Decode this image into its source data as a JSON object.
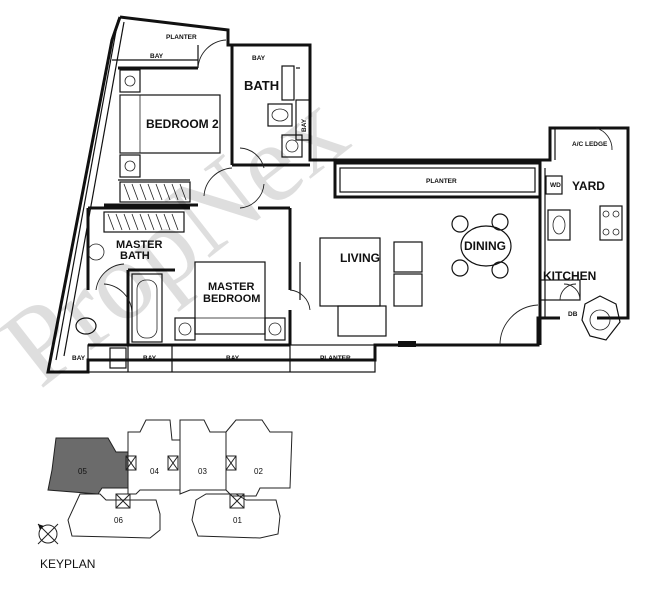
{
  "rooms": {
    "planter_top": "PLANTER",
    "bay_top": "BAY",
    "bay_bath": "BAY",
    "bath": "BATH",
    "bay_bath_side": "BAY",
    "bedroom2": "BEDROOM 2",
    "planter_mid": "PLANTER",
    "ac_ledge": "A/C LEDGE",
    "wd": "WD",
    "yard": "YARD",
    "master_bath_line1": "MASTER",
    "master_bath_line2": "BATH",
    "living": "LIVING",
    "dining": "DINING",
    "master_bed_line1": "MASTER",
    "master_bed_line2": "BEDROOM",
    "kitchen": "KITCHEN",
    "db": "DB",
    "bay_bl1": "BAY",
    "bay_bl2": "BAY",
    "bay_bl3": "BAY",
    "planter_bottom": "PLANTER"
  },
  "keyplan": {
    "caption": "KEYPLAN",
    "units": [
      "05",
      "04",
      "03",
      "02",
      "06",
      "01"
    ]
  },
  "watermark": "PropNex"
}
